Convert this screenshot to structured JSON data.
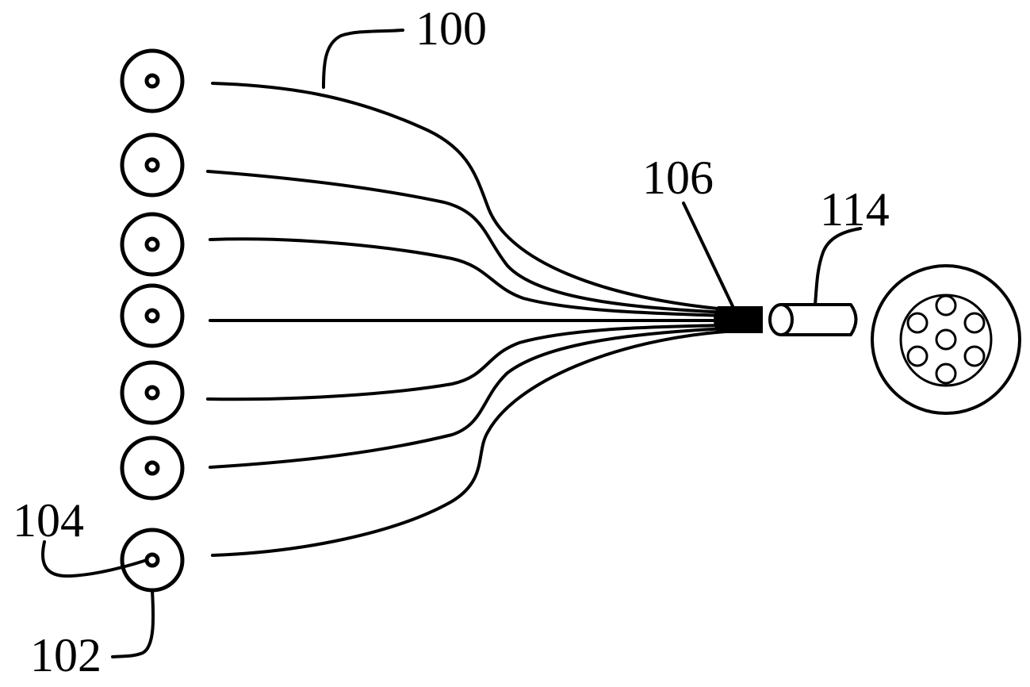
{
  "labels": {
    "fiber_bundle": "100",
    "fiber_core": "104",
    "fiber_cladding": "102",
    "fused_taper": "106",
    "ferrule": "114"
  },
  "fiber_count": 7,
  "colors": {
    "ink": "#000000",
    "background": "#ffffff"
  }
}
